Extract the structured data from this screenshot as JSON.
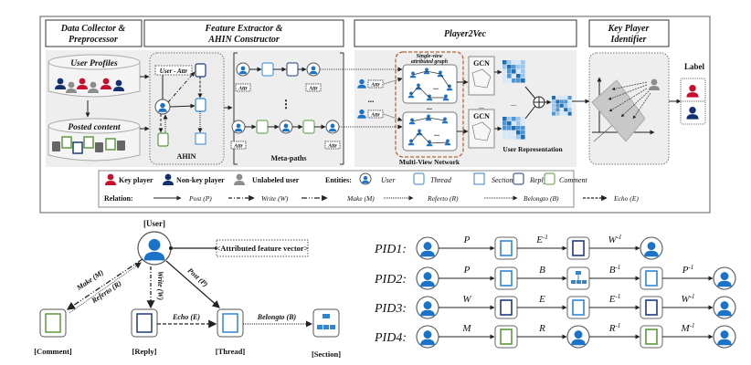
{
  "colors": {
    "key_player": "#c8102e",
    "non_key_player": "#14306e",
    "unlabeled": "#8c8c8c",
    "user_blue": "#1a73c8",
    "thread_blue": "#2f86d6",
    "reply_navy": "#1f3a7a",
    "comment_green": "#5a9a3c",
    "panel_gray": "#eeeeee",
    "mvn_orange": "#b5673a"
  },
  "top": {
    "stages": [
      {
        "label_line1": "Data Collector  &",
        "label_line2": "Preprocessor"
      },
      {
        "label_line1": "Feature Extractor  &",
        "label_line2": "AHIN Constructor"
      },
      {
        "label_line1": "Player2Vec",
        "label_line2": ""
      },
      {
        "label_line1": "Key Player",
        "label_line2": "Identifier"
      }
    ],
    "data_collector": {
      "user_profiles": "User Profiles",
      "posted_content": "Posted content"
    },
    "ahin": {
      "user_attr": "User - Attr",
      "caption": "AHIN"
    },
    "meta_paths": {
      "attr": "Attr",
      "caption": "Meta-paths",
      "ellipsis": "⋮"
    },
    "player2vec": {
      "single_view_line1": "Single-view",
      "single_view_line2": "attributed graph",
      "gcn": "GCN",
      "ellipsis": "...",
      "attr": "Attr",
      "mvn_caption": "Multi-View Network",
      "user_repr": "User Representation",
      "plus": "⊕"
    },
    "identifier": {
      "label": "Label"
    },
    "legend": {
      "key_player": "Key player",
      "non_key_player": "Non-key player",
      "unlabeled_user": "Unlabeled user",
      "entities_label": "Entities:",
      "entities": [
        "User",
        "Thread",
        "Section",
        "Reply",
        "Comment"
      ],
      "relation_label": "Relation:",
      "relations": [
        "Post (P)",
        "Write (W)",
        "Make (M)",
        "Referto (R)",
        "Belongto (B)",
        "Echo (E)"
      ]
    }
  },
  "schema": {
    "user": "[User]",
    "attr_vector": "<Attributed feature vector>",
    "comment": "[Comment]",
    "reply": "[Reply]",
    "thread": "[Thread]",
    "section": "[Section]",
    "make": "Make (M)",
    "referto": "Referto (R)",
    "write": "Write (W)",
    "post": "Post (P)",
    "echo": "Echo (E)",
    "belongto": "Belongto (B)"
  },
  "meta_path_defs": [
    {
      "id": "PID1:",
      "nodes": [
        "user",
        "thread",
        "reply",
        "user"
      ],
      "edges": [
        "P",
        "E",
        "W"
      ],
      "inv": [
        false,
        true,
        true
      ]
    },
    {
      "id": "PID2:",
      "nodes": [
        "user",
        "thread",
        "section",
        "thread",
        "user"
      ],
      "edges": [
        "P",
        "B",
        "B",
        "P"
      ],
      "inv": [
        false,
        false,
        true,
        true
      ]
    },
    {
      "id": "PID3:",
      "nodes": [
        "user",
        "reply",
        "thread",
        "reply",
        "user"
      ],
      "edges": [
        "W",
        "E",
        "E",
        "W"
      ],
      "inv": [
        false,
        false,
        true,
        true
      ]
    },
    {
      "id": "PID4:",
      "nodes": [
        "user",
        "comment",
        "user",
        "comment",
        "user"
      ],
      "edges": [
        "M",
        "R",
        "R",
        "M"
      ],
      "inv": [
        false,
        false,
        true,
        true
      ]
    }
  ],
  "inverse_suffix": "-1"
}
